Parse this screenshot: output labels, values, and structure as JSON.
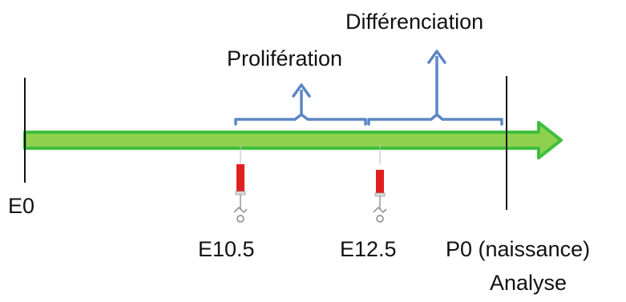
{
  "diagram": {
    "start_label": "E0",
    "injection_1_label": "E10.5",
    "injection_2_label": "E12.5",
    "end_label": "P0 (naissance)",
    "end_sublabel": "Analyse",
    "phase_1_label": "Prolifération",
    "phase_2_label": "Différenciation"
  },
  "icons": {
    "timeline": "green-arrow",
    "brace": "bracket",
    "pointer": "up-arrow",
    "injection": "syringe-icon"
  },
  "colors": {
    "timeline_fill": "#8fd14f",
    "timeline_stroke": "#3fbf3f",
    "brace": "#5b86c5",
    "syringe_red": "#e02020",
    "line": "#111111"
  }
}
